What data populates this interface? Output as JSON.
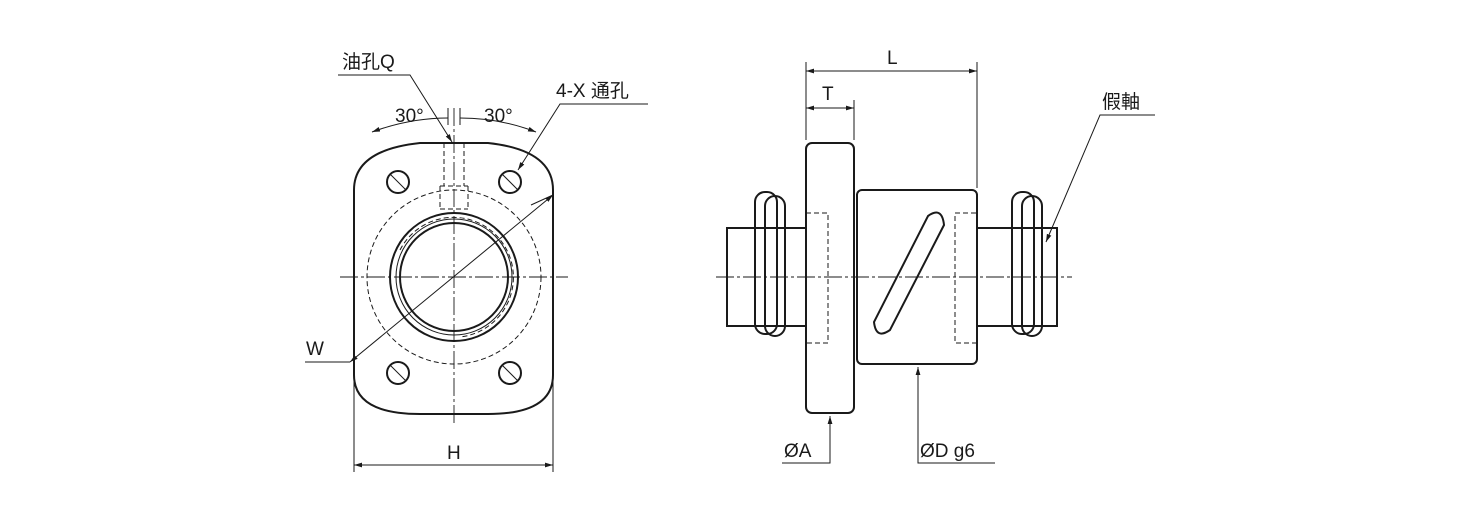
{
  "front_view": {
    "oil_hole_label": "油孔Q",
    "angle_left_label": "30°",
    "angle_right_label": "30°",
    "through_hole_label": "4-X 通孔",
    "width_label": "W",
    "height_label": "H"
  },
  "side_view": {
    "length_label": "L",
    "thickness_label": "T",
    "dummy_shaft_label": "假軸",
    "flange_diameter_label": "ØA",
    "body_diameter_label": "ØD g6"
  },
  "colors": {
    "fill": "#ffffff",
    "line": "#1a1a1a"
  }
}
